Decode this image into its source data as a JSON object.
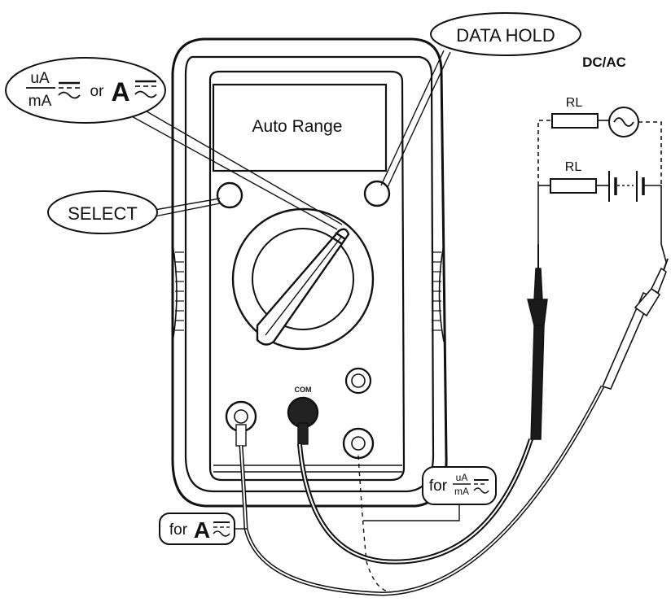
{
  "display": {
    "text": "Auto Range"
  },
  "callouts": {
    "data_hold": "DATA HOLD",
    "select": "SELECT",
    "current_select": {
      "num": "uA",
      "den": "mA",
      "or": "or",
      "amp": "A"
    },
    "for_ua_ma": {
      "prefix": "for",
      "num": "uA",
      "den": "mA"
    },
    "for_a": {
      "prefix": "for",
      "amp": "A"
    }
  },
  "jacks": {
    "com": "COM"
  },
  "circuit": {
    "title": "DC/AC",
    "rl_upper": "RL",
    "rl_lower": "RL"
  },
  "icons": [
    "ac-dc-symbol-icon",
    "ac-source-icon",
    "battery-icon",
    "resistor-icon",
    "probe-icon"
  ]
}
